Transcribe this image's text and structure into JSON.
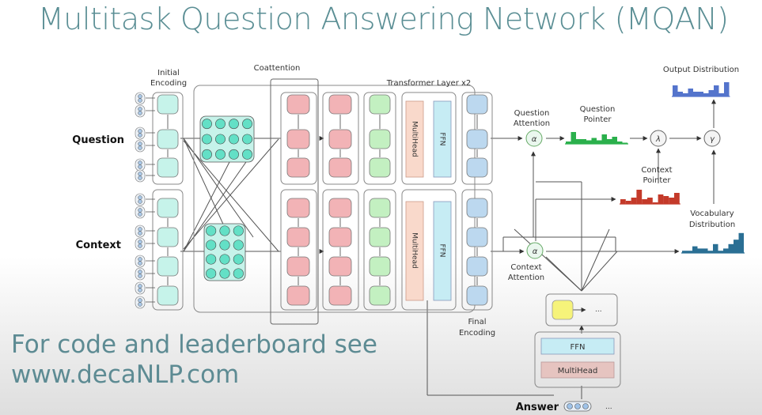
{
  "slide": {
    "title": "Multitask Question Answering Network (MQAN)",
    "footer_line1": "For code and leaderboard see",
    "footer_line2": "www.decaNLP.com"
  },
  "diagram": {
    "row_labels": {
      "question": "Question",
      "context": "Context",
      "answer": "Answer"
    },
    "stage_labels": {
      "initial_encoding_1": "Initial",
      "initial_encoding_2": "Encoding",
      "coattention": "Coattention",
      "transformer": "Transformer Layer x2",
      "final_encoding_1": "Final",
      "final_encoding_2": "Encoding"
    },
    "block_labels": {
      "multihead": "MultiHead",
      "ffn": "FFN"
    },
    "attention": {
      "question_1": "Question",
      "question_2": "Attention",
      "context_1": "Context",
      "context_2": "Attention",
      "symbol": "α"
    },
    "pointers": {
      "question_1": "Question",
      "question_2": "Pointer",
      "context_1": "Context",
      "context_2": "Pointer",
      "lambda": "λ",
      "gamma": "γ"
    },
    "distributions": {
      "output": "Output Distribution",
      "vocab_1": "Vocabulary",
      "vocab_2": "Distribution"
    },
    "ellipsis": "..."
  },
  "colors": {
    "title": "#5a8e94",
    "teal_node": "#c6f3ea",
    "teal_circle": "#63e0c6",
    "pink": "#f2b3b6",
    "green": "#c3f0c1",
    "blue": "#bcd8ef",
    "multihead": "#f9d9cb",
    "ffn": "#c6ecf4",
    "yellow": "#f6f37a",
    "green_bar": "#2bb04c",
    "red_bar": "#c43a2a",
    "blue_bar": "#5474cc",
    "teal_bar": "#2a6f94"
  },
  "histograms": {
    "question_pointer": [
      2,
      10,
      4,
      4,
      3,
      5,
      3,
      8,
      4,
      6,
      2,
      1
    ],
    "context_pointer": [
      3,
      2,
      4,
      9,
      3,
      4,
      1,
      6,
      5,
      4,
      7
    ],
    "output": [
      7,
      3,
      2,
      5,
      3,
      3,
      2,
      4,
      7,
      2,
      9
    ],
    "vocabulary": [
      1,
      1,
      3,
      2,
      2,
      1,
      4,
      1,
      2,
      4,
      6,
      9
    ]
  }
}
